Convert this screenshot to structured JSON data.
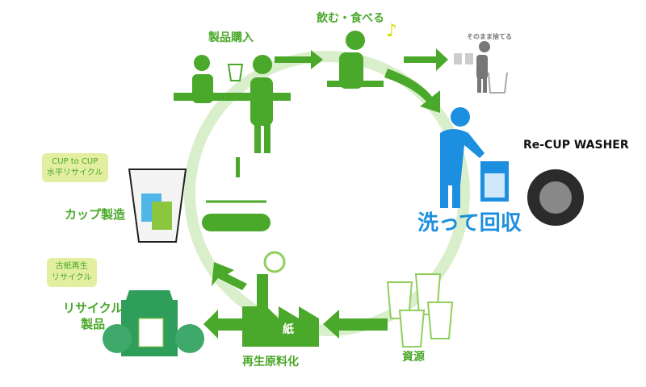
{
  "steps": {
    "purchase": "製品購入",
    "drink_eat": "飲む・食べる",
    "music_note": "♪",
    "discard": "そのまま捨てる",
    "washer": "Re-CUP WASHER",
    "wash_collect": "洗って回収",
    "resource": "資源",
    "recycled_material": "再生原料化",
    "paper_mark": "紙",
    "recycled_products": [
      "リサイクル",
      "製品"
    ],
    "cup_manufacture": "カップ製造"
  },
  "badges": {
    "cup_to_cup": [
      "CUP to CUP",
      "水平リサイクル"
    ],
    "paper_recycle": [
      "古紙再生",
      "リサイクル"
    ]
  },
  "colors": {
    "green": "#4aa82a",
    "light_green": "#d6ecc4",
    "blue": "#1d8fe0",
    "gray": "#8a8a8a"
  }
}
